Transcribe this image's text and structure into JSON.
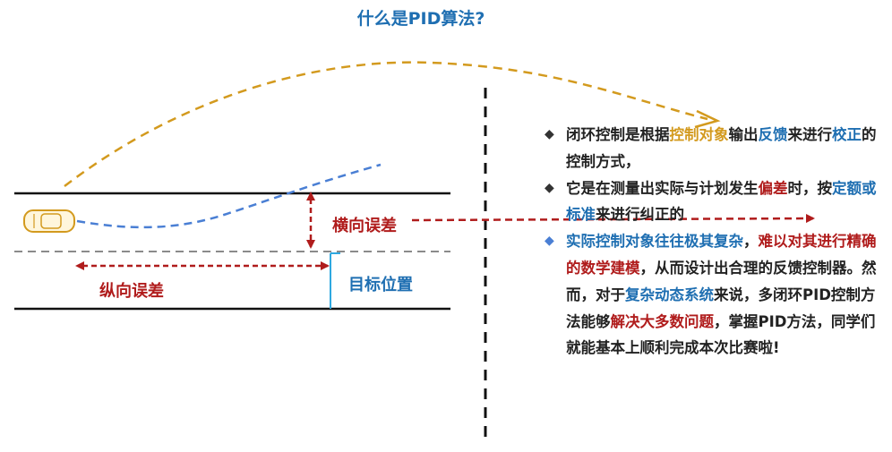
{
  "title": "什么是PID算法?",
  "diagram": {
    "lateral_error_label": "横向误差",
    "longitudinal_error_label": "纵向误差",
    "target_position_label": "目标位置"
  },
  "bullets": [
    {
      "marker": "◆",
      "segments": [
        {
          "text": "闭环控制是根据",
          "style": "normal"
        },
        {
          "text": "控制对象",
          "style": "orange"
        },
        {
          "text": "输出",
          "style": "normal"
        },
        {
          "text": "反馈",
          "style": "blue"
        },
        {
          "text": "来进行",
          "style": "normal"
        },
        {
          "text": "校正",
          "style": "blue"
        },
        {
          "text": "的控制方式，",
          "style": "normal"
        }
      ]
    },
    {
      "marker": "◆",
      "segments": [
        {
          "text": "它是在测量出实际与计划发生",
          "style": "normal"
        },
        {
          "text": "偏差",
          "style": "red"
        },
        {
          "text": "时，按",
          "style": "normal"
        },
        {
          "text": "定额或标准",
          "style": "blue"
        },
        {
          "text": "来进行纠正的",
          "style": "normal"
        }
      ]
    },
    {
      "marker": "◆",
      "segments": [
        {
          "text": "实际控制对象往往极其复杂",
          "style": "blue"
        },
        {
          "text": "，",
          "style": "normal"
        },
        {
          "text": "难以对其进行精确的数学建模",
          "style": "red"
        },
        {
          "text": "，从而设计出合理的反馈控制器。然而，对于",
          "style": "normal"
        },
        {
          "text": "复杂动态系统",
          "style": "blue"
        },
        {
          "text": "来说，多闭环PID控制方法能够",
          "style": "normal"
        },
        {
          "text": "解决大多数问题",
          "style": "red"
        },
        {
          "text": "，掌握PID方法，同学们就能基本上顺利完成本次比赛啦!",
          "style": "normal"
        }
      ]
    }
  ],
  "colors": {
    "title": "#1f6fb2",
    "orange": "#d39a1e",
    "blue": "#1f6fb2",
    "red": "#b01c1c",
    "path_blue": "#4a7fd4",
    "bullet3_marker": "#4a7fd4"
  }
}
